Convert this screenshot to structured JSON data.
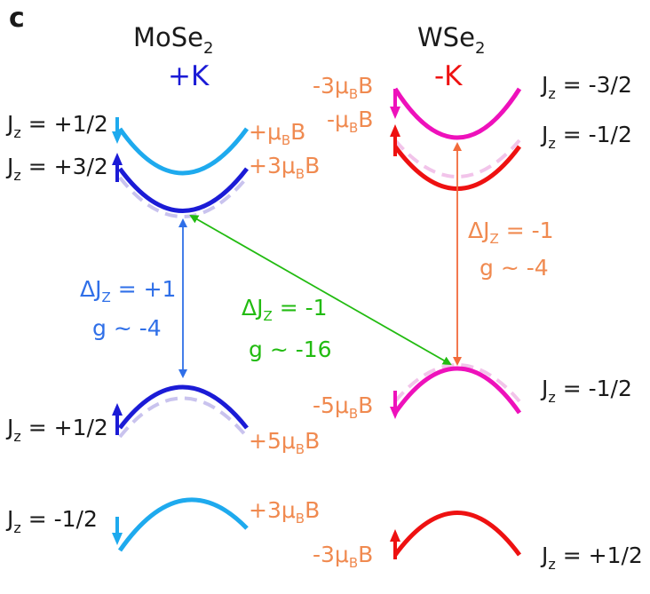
{
  "panel_label": "c",
  "left_material": {
    "title": "MoSe",
    "title_sub": "2",
    "valley": "+K",
    "valley_color": "#1b1bd6",
    "levels": [
      {
        "jz": "J",
        "jz_sub": "z",
        "jz_value": " = +1/2",
        "shift": "+μ",
        "shift_sub": "B",
        "shift_tail": "B"
      },
      {
        "jz": "J",
        "jz_sub": "z",
        "jz_value": " = +3/2",
        "shift": "+3μ",
        "shift_sub": "B",
        "shift_tail": "B"
      },
      {
        "jz": "J",
        "jz_sub": "z",
        "jz_value": " = +1/2",
        "shift": "+5μ",
        "shift_sub": "B",
        "shift_tail": "B"
      },
      {
        "jz": "J",
        "jz_sub": "z",
        "jz_value": " = -1/2",
        "shift": "+3μ",
        "shift_sub": "B",
        "shift_tail": "B"
      }
    ],
    "transition": {
      "delta": "ΔJ",
      "delta_sub": "Z",
      "delta_value": " = +1",
      "g": "g ~ -4"
    }
  },
  "right_material": {
    "title": "WSe",
    "title_sub": "2",
    "valley": "-K",
    "valley_color": "#ee1111",
    "levels": [
      {
        "jz": "J",
        "jz_sub": "z",
        "jz_value": " = -3/2",
        "shift": "-3μ",
        "shift_sub": "B",
        "shift_tail": "B"
      },
      {
        "jz": "J",
        "jz_sub": "z",
        "jz_value": " = -1/2",
        "shift": "-μ",
        "shift_sub": "B",
        "shift_tail": "B"
      },
      {
        "jz": "J",
        "jz_sub": "z",
        "jz_value": " = -1/2",
        "shift": "-5μ",
        "shift_sub": "B",
        "shift_tail": "B"
      },
      {
        "jz": "J",
        "jz_sub": "z",
        "jz_value": " = +1/2",
        "shift": "-3μ",
        "shift_sub": "B",
        "shift_tail": "B"
      }
    ],
    "transition": {
      "delta": "ΔJ",
      "delta_sub": "Z",
      "delta_value": " = -1",
      "g": "g ~ -4"
    }
  },
  "cross_transition": {
    "delta": "ΔJ",
    "delta_sub": "Z",
    "delta_value": " = -1",
    "g": "g ~ -16"
  },
  "colors": {
    "light_blue": "#1eaaee",
    "dark_blue": "#1b1bd6",
    "magenta": "#ee11bb",
    "red": "#ee1111",
    "orange_text": "#f08a50",
    "green": "#22bb11",
    "transition_blue": "#2f6fe8",
    "transition_orange": "#f26a3a"
  }
}
